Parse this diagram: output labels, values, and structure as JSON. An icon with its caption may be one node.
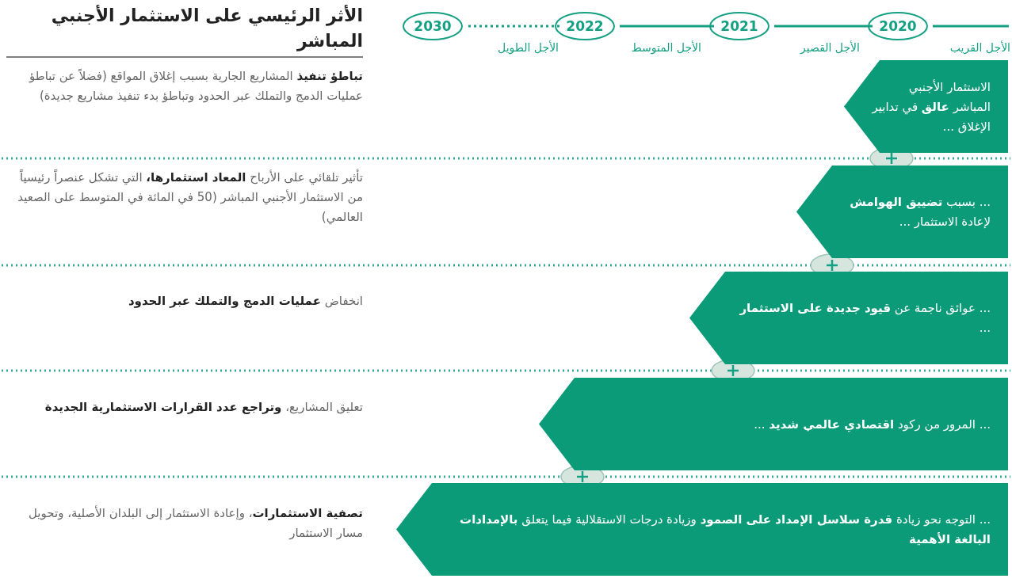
{
  "diagram": {
    "title": "الأثر الرئيسي على الاستثمار الأجنبي المباشر",
    "nodes": [
      {
        "text": [
          "2020"
        ]
      },
      {
        "text": [
          "2021"
        ]
      },
      {
        "text": [
          "2022"
        ]
      },
      {
        "text": [
          "2030"
        ]
      },
      {
        "text": [
          "الاستثمار الأجنبي المباشر **عالق** في تدابير الإغلاق ..."
        ]
      },
      {
        "text": [
          "... بسبب **تضييق الهوامش** لإعادة الاستثمار ..."
        ]
      },
      {
        "text": [
          "... عوائق ناجمة عن **قيود جديدة على الاستثمار** ..."
        ]
      },
      {
        "text": [
          "... المرور من ركود **اقتصادي عالمي شديد** ..."
        ]
      },
      {
        "text": [
          "... التوجه نحو زيادة **قدرة سلاسل الإمداد على الصمود** وزيادة درجات الاستقلالية فيما يتعلق **بالإمدادات البالغة الأهمية**"
        ]
      }
    ],
    "edges": [
      {
        "from": null,
        "to": 0,
        "arrow": "none"
      },
      {
        "from": 0,
        "to": 1,
        "arrow": "none"
      },
      {
        "from": 1,
        "to": 2,
        "arrow": "none"
      },
      {
        "from": 2,
        "to": 3,
        "arrow": "none",
        "style": "dashed"
      }
    ],
    "labels": [
      "الأجل القريب",
      "الأجل القصير",
      "الأجل المتوسط",
      "الأجل الطويل",
      "**تباطؤ تنفيذ** المشاريع الجارية بسبب إغلاق المواقع (فضلاً عن تباطؤ عمليات الدمج والتملك عبر الحدود وتباطؤ بدء تنفيذ مشاريع جديدة)",
      "تأثير تلقائي على الأرباح **المعاد استثمارها،** التي تشكل عنصراً رئيسياً من الاستثمار الأجنبي المباشر (50 في المائة في المتوسط على الصعيد العالمي)",
      "انخفاض **عمليات الدمج والتملك عبر الحدود**",
      "تعليق المشاريع، **وتراجع عدد القرارات الاستثمارية الجديدة**",
      "**تصفية الاستثمارات**، وإعادة الاستثمار إلى البلدان الأصلية، وتحويل مسار الاستثمار"
    ]
  }
}
